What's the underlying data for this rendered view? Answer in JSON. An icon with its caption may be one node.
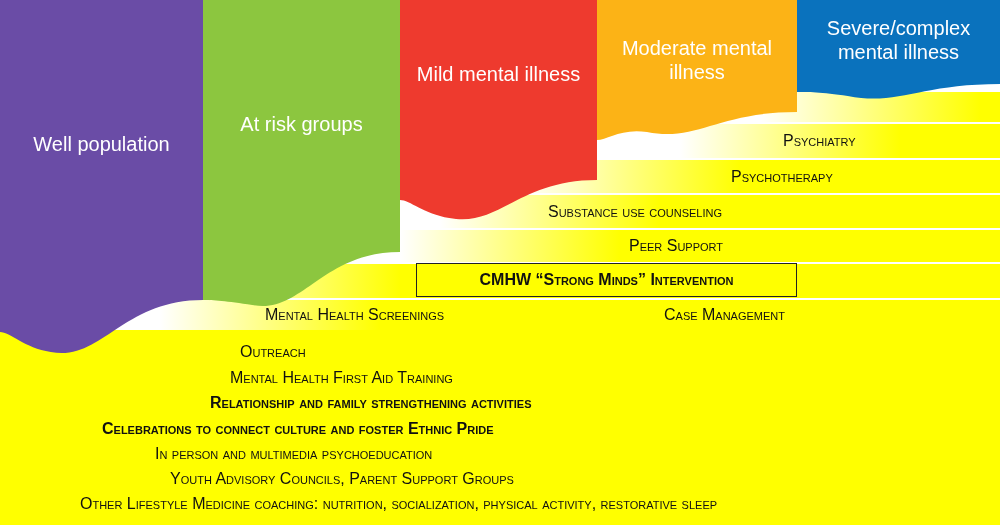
{
  "diagram": {
    "nodes": [
      {
        "text": [
          "Well population"
        ]
      },
      {
        "text": [
          "At risk groups"
        ]
      },
      {
        "text": [
          "Mild mental illness"
        ]
      },
      {
        "text": [
          "Moderate mental illness"
        ]
      },
      {
        "text": [
          "Severe/complex mental illness"
        ]
      },
      {
        "text": [
          "CMHW “Strong Minds” Intervention"
        ]
      }
    ],
    "labels": [
      "Psychiatry",
      "Psychotherapy",
      "Substance use counseling",
      "Peer Support",
      "Mental Health Screenings",
      "Case Management",
      "Outreach",
      "Mental Health First Aid Training",
      "Relationship and family strengthening activities",
      "Celebrations to connect culture and foster Ethnic Pride",
      "In person and multimedia psychoeducation",
      "Youth Advisory Councils, Parent Support Groups",
      "Other Lifestyle Medicine coaching: nutrition, socialization, physical activity, restorative sleep"
    ]
  }
}
